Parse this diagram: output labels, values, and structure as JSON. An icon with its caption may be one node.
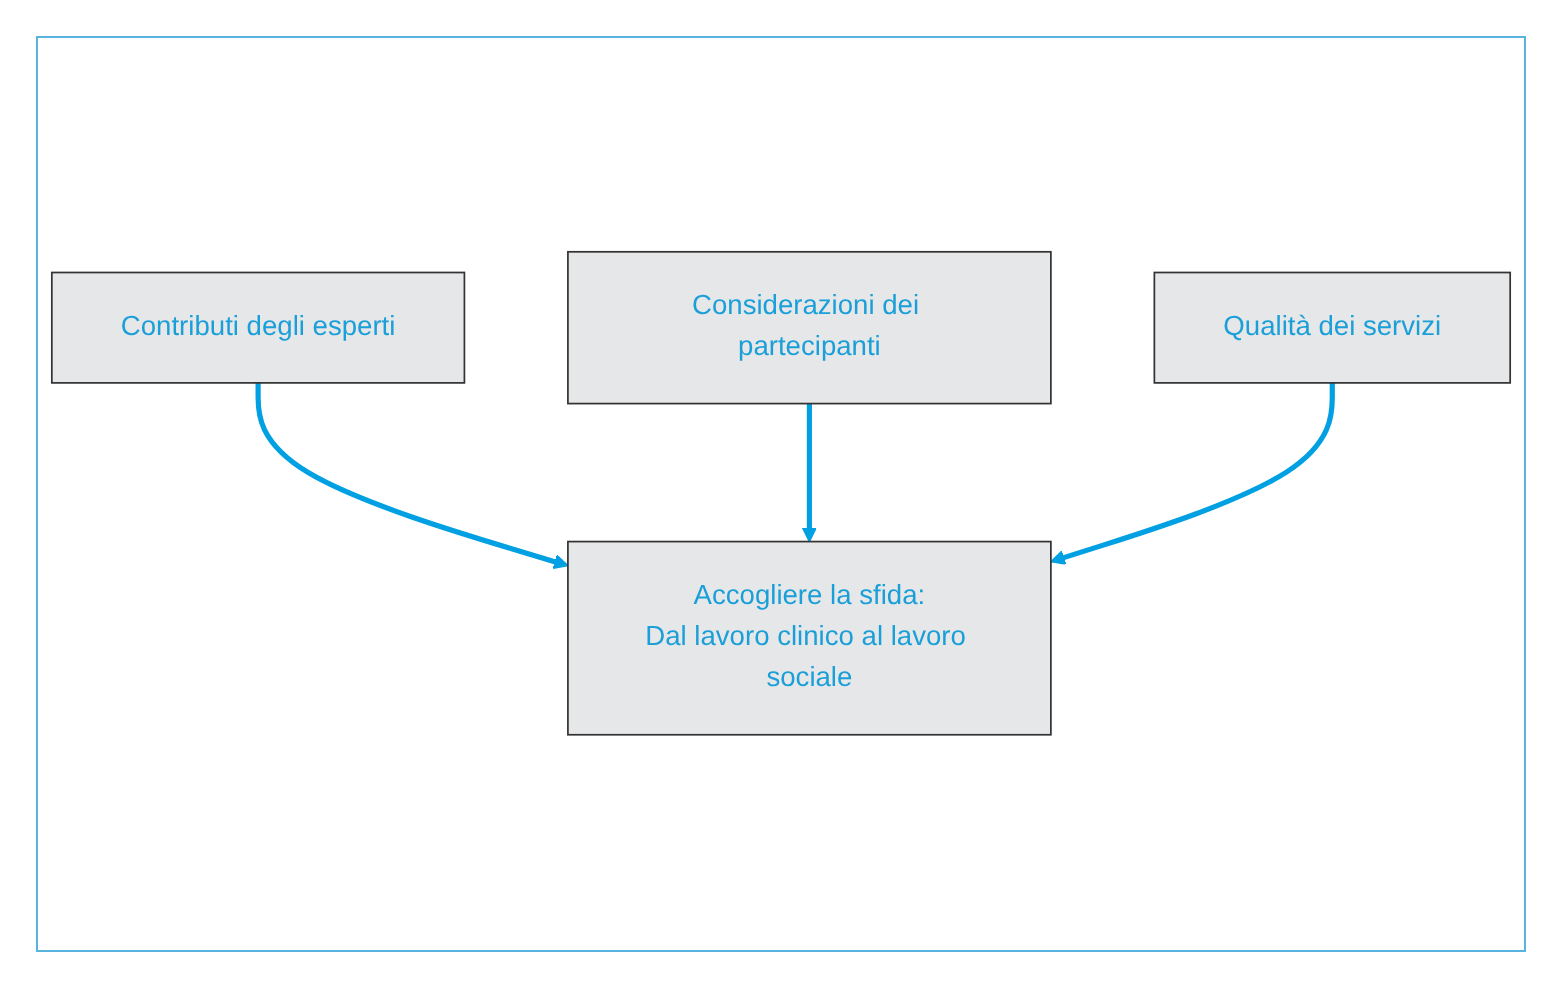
{
  "diagram": {
    "nodes": [
      {
        "text": [
          "Contributi degli esperti"
        ]
      },
      {
        "text": [
          "Considerazioni dei partecipanti"
        ]
      },
      {
        "text": [
          "Qualità dei servizi"
        ]
      },
      {
        "text": [
          "Accogliere la sfida:",
          "Dal lavoro clinico al lavoro sociale"
        ]
      }
    ],
    "edges": [
      {
        "from": 0,
        "to": 3,
        "arrow": "to"
      },
      {
        "from": 1,
        "to": 3,
        "arrow": "to"
      },
      {
        "from": 2,
        "to": 3,
        "arrow": "to"
      }
    ]
  }
}
